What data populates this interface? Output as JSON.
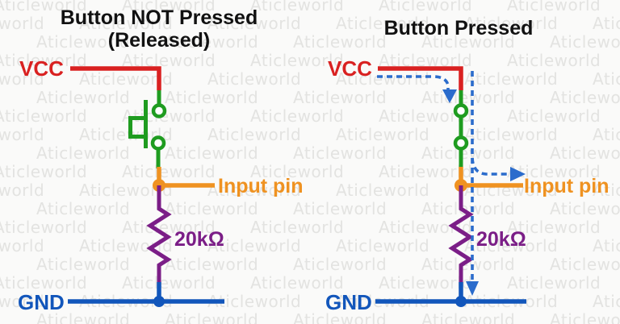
{
  "watermark": {
    "text": "Aticleworld",
    "color": "#e3e3e1"
  },
  "colors": {
    "red": "#d92121",
    "green": "#1f9c20",
    "orange": "#ef9221",
    "purple": "#7b1e87",
    "blue": "#1256bb",
    "dashblue": "#2b6ccc",
    "ink": "#111111",
    "bg": "#fafaf9",
    "wm": "#e3e3e1"
  },
  "left_circuit": {
    "title_line1": "Button NOT Pressed",
    "title_line2": "(Released)",
    "vcc_label": "VCC",
    "input_pin_label": "Input pin",
    "resistor_label": "20kΩ",
    "gnd_label": "GND",
    "button_state": "open"
  },
  "right_circuit": {
    "title": "Button Pressed",
    "vcc_label": "VCC",
    "input_pin_label": "Input pin",
    "resistor_label": "20kΩ",
    "gnd_label": "GND",
    "button_state": "closed",
    "current_flow_arrows": "dashed blue arrows from VCC through button to input pin and through resistor to GND"
  }
}
